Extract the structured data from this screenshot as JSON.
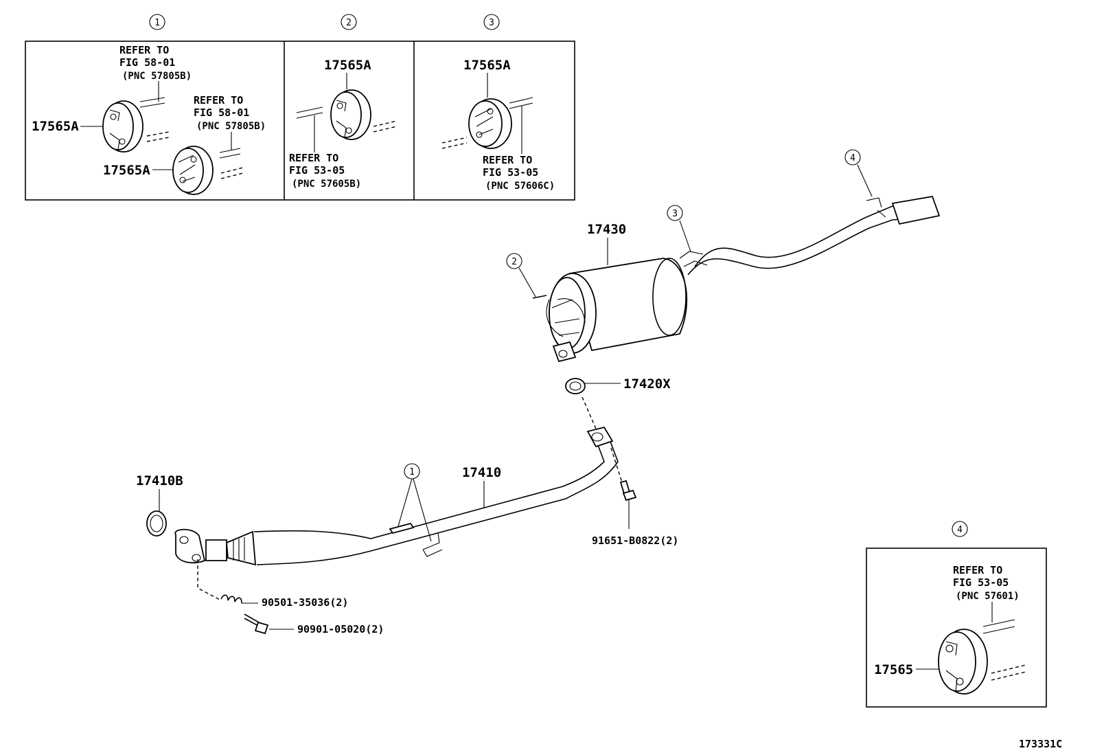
{
  "callouts": {
    "c1": "①",
    "c2": "②",
    "c3": "③",
    "c4": "④",
    "n1": "1",
    "n2": "2",
    "n3": "3",
    "n4": "4"
  },
  "box1": {
    "ref_a": [
      "REFER TO",
      "FIG 58-01",
      "(PNC 57805B)"
    ],
    "ref_b": [
      "REFER TO",
      "FIG 58-01",
      "(PNC 57805B)"
    ],
    "part_upper": "17565A",
    "part_lower": "17565A"
  },
  "box2": {
    "part": "17565A",
    "ref": [
      "REFER TO",
      "FIG 53-05",
      "(PNC 57605B)"
    ]
  },
  "box3": {
    "part": "17565A",
    "ref": [
      "REFER TO",
      "FIG 53-05",
      "(PNC 57606C)"
    ]
  },
  "box4": {
    "part": "17565",
    "ref": [
      "REFER TO",
      "FIG 53-05",
      "(PNC 57601)"
    ]
  },
  "main": {
    "muffler": "17430",
    "gasket_upper": "17420X",
    "front_pipe": "17410",
    "gasket_front": "17410B",
    "bolt_right": "91651-B0822(2)",
    "spring": "90501-35036(2)",
    "bolt_left": "90901-05020(2)"
  },
  "figure_id": "173331C"
}
